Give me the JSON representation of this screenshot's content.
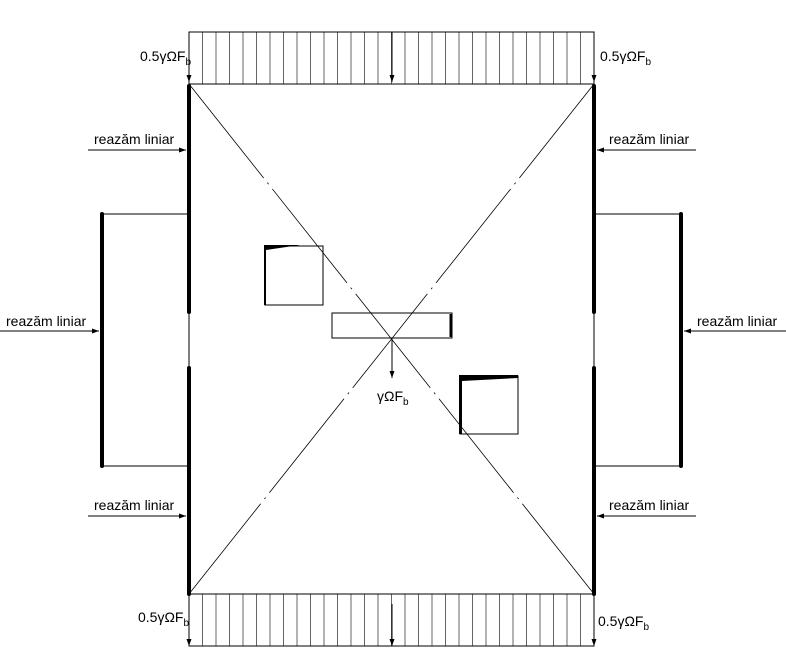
{
  "labels": {
    "top_left_load": "0.5γΩF",
    "top_right_load": "0.5γΩF",
    "bottom_left_load": "0.5γΩF",
    "bottom_right_load": "0.5γΩF",
    "center_load": "γΩF",
    "load_subscript": "b",
    "support_upper_left": "reazăm liniar",
    "support_upper_right": "reazăm liniar",
    "support_mid_left": "reazăm liniar",
    "support_mid_right": "reazăm liniar",
    "support_lower_left": "reazăm liniar",
    "support_lower_right": "reazăm liniar"
  }
}
